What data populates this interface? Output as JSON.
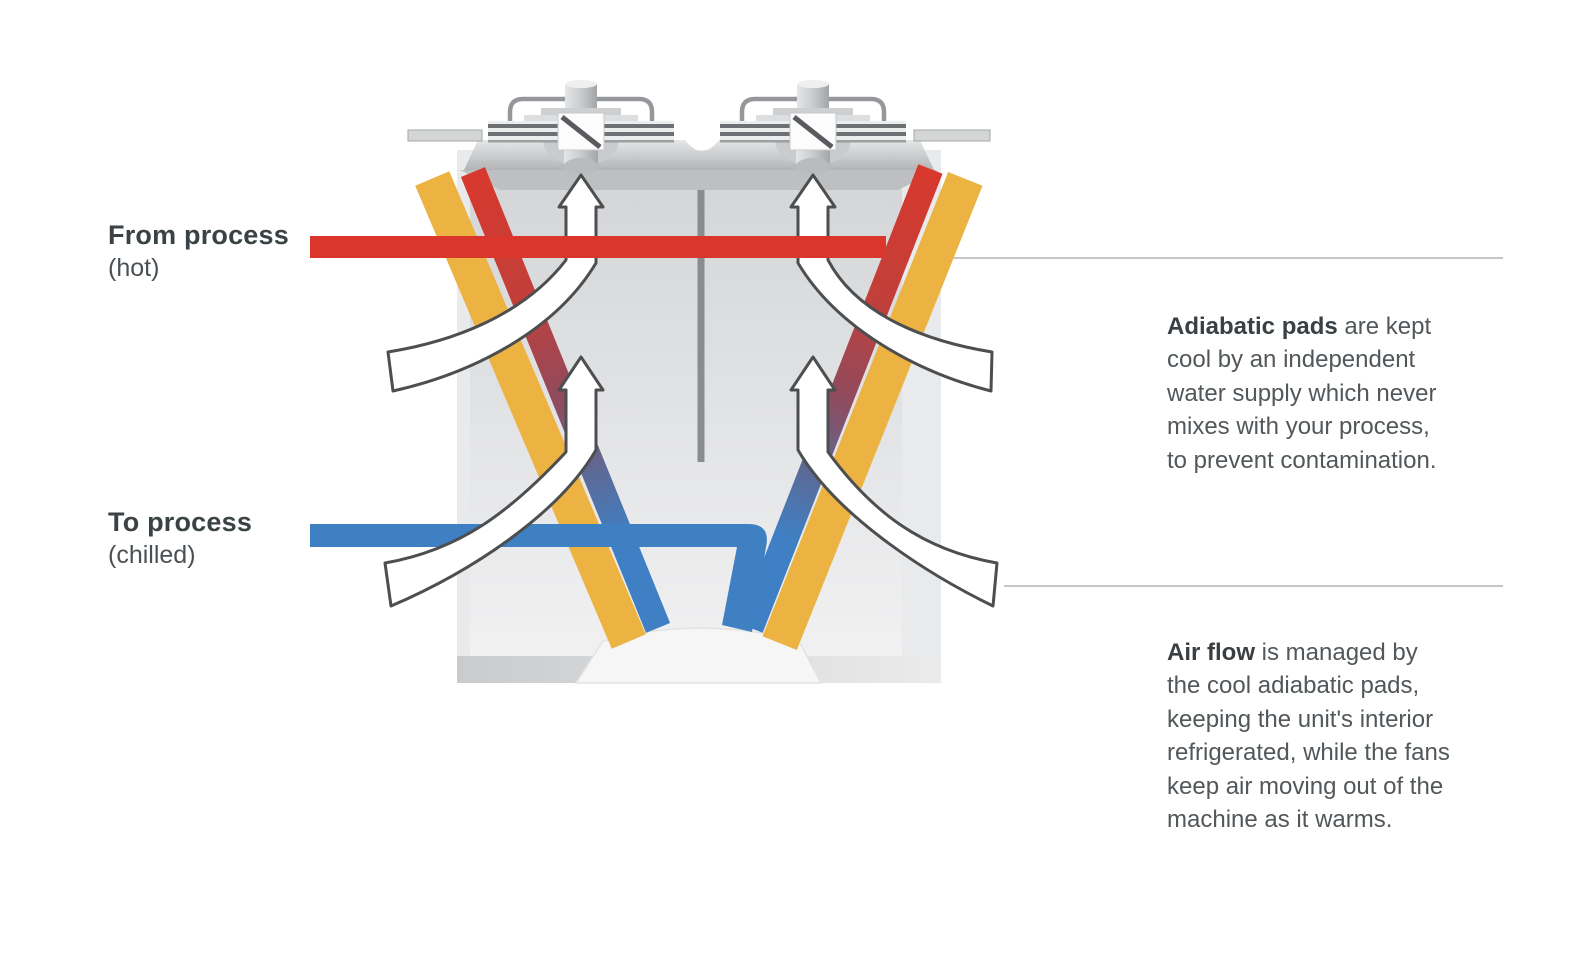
{
  "labels": {
    "from_process": {
      "title": "From process",
      "subtitle": "(hot)"
    },
    "to_process": {
      "title": "To process",
      "subtitle": "(chilled)"
    }
  },
  "annotations": {
    "adiabatic_pads": {
      "lead": "Adiabatic pads",
      "body": " are kept\ncool by an independent\nwater supply which never\nmixes with your process,\nto prevent contamination."
    },
    "air_flow": {
      "lead": "Air flow",
      "body": " is managed by\nthe cool adiabatic pads,\nkeeping the unit's interior\nrefrigerated, while the fans\nkeep air moving out of the\nmachine as it warms."
    }
  },
  "colors": {
    "hot_pipe": "#da362c",
    "chilled_pipe": "#3e80c2",
    "adiabatic_pad_yellow": "#ecb343",
    "gradient_bar_top_red": "#d8382d",
    "gradient_bar_bottom_blue": "#3f7fc3",
    "label_text": "#3b4245",
    "annotation_text": "#52575a",
    "leader_line": "#b3b3b3",
    "arrow_fill": "#ffffff",
    "arrow_outline": "#4c4e50",
    "machine_gray": "#d3d5d7"
  },
  "figure": {
    "airflow_arrow_count": "4",
    "fan_count": "2"
  }
}
